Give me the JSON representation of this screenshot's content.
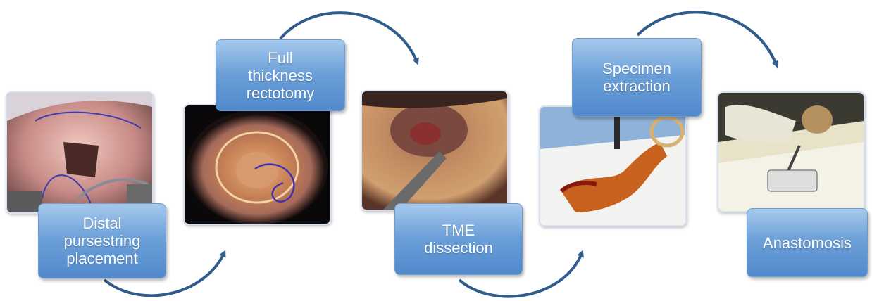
{
  "steps": [
    {
      "lines": [
        "Distal",
        "pursestring",
        "placement"
      ]
    },
    {
      "lines": [
        "Full",
        "thickness",
        "rectotomy"
      ]
    },
    {
      "lines": [
        "TME",
        "dissection"
      ]
    },
    {
      "lines": [
        "Specimen",
        "extraction"
      ]
    },
    {
      "lines": [
        "Anastomosis"
      ]
    }
  ],
  "colors": {
    "label_gradient_top": "#a6c9ec",
    "label_gradient_bottom": "#5189cc",
    "arrow": "#2e5d8c",
    "photo_border": "#d6e0ee"
  },
  "icons": [
    "curved-arrow-icon"
  ]
}
